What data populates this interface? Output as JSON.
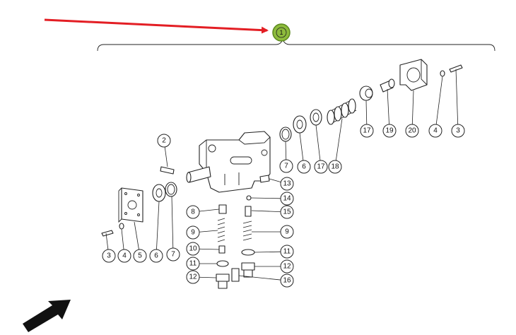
{
  "colors": {
    "pointer_arrow": "#e31e24",
    "highlight_fill": "#8dbb3c",
    "line": "#222222",
    "corner_arrow": "#111111"
  },
  "highlight_label": "1",
  "callouts": [
    {
      "label": "2"
    },
    {
      "label": "3"
    },
    {
      "label": "4"
    },
    {
      "label": "5"
    },
    {
      "label": "6"
    },
    {
      "label": "7"
    },
    {
      "label": "7"
    },
    {
      "label": "6"
    },
    {
      "label": "17"
    },
    {
      "label": "18"
    },
    {
      "label": "17"
    },
    {
      "label": "19"
    },
    {
      "label": "20"
    },
    {
      "label": "4"
    },
    {
      "label": "3"
    },
    {
      "label": "13"
    },
    {
      "label": "14"
    },
    {
      "label": "15"
    },
    {
      "label": "8"
    },
    {
      "label": "9"
    },
    {
      "label": "9"
    },
    {
      "label": "10"
    },
    {
      "label": "11"
    },
    {
      "label": "11"
    },
    {
      "label": "12"
    },
    {
      "label": "12"
    },
    {
      "label": "16"
    }
  ]
}
